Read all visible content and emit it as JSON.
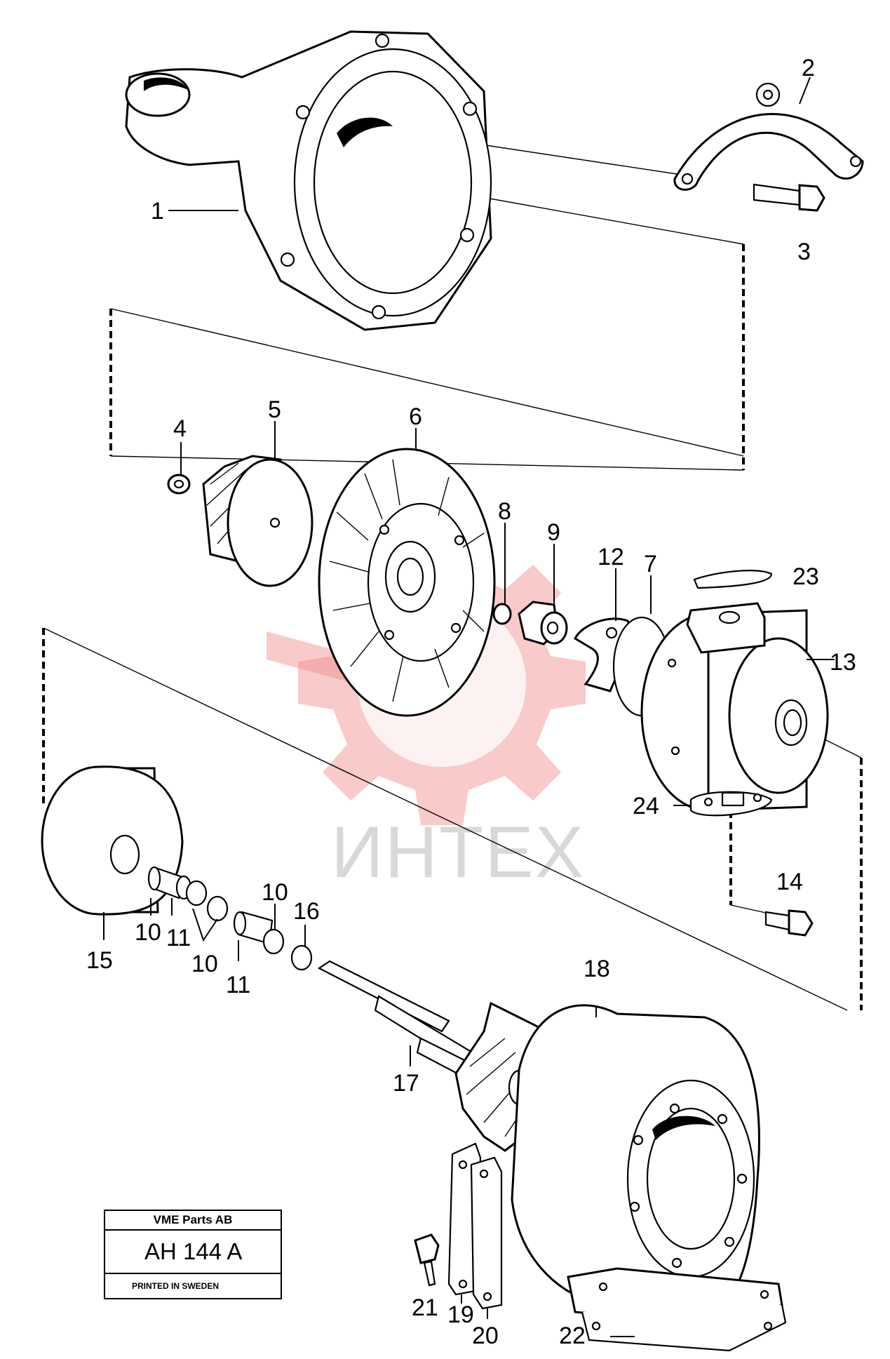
{
  "watermark": {
    "text": "ИНТЕХ",
    "color": "#f08a8a"
  },
  "callouts": [
    {
      "id": "1",
      "label": "1"
    },
    {
      "id": "2",
      "label": "2"
    },
    {
      "id": "3",
      "label": "3"
    },
    {
      "id": "4",
      "label": "4"
    },
    {
      "id": "5",
      "label": "5"
    },
    {
      "id": "6",
      "label": "6"
    },
    {
      "id": "7",
      "label": "7"
    },
    {
      "id": "8",
      "label": "8"
    },
    {
      "id": "9",
      "label": "9"
    },
    {
      "id": "10a",
      "label": "10"
    },
    {
      "id": "10b",
      "label": "10"
    },
    {
      "id": "10c",
      "label": "10"
    },
    {
      "id": "11a",
      "label": "11"
    },
    {
      "id": "11b",
      "label": "11"
    },
    {
      "id": "12",
      "label": "12"
    },
    {
      "id": "13",
      "label": "13"
    },
    {
      "id": "14",
      "label": "14"
    },
    {
      "id": "15",
      "label": "15"
    },
    {
      "id": "16",
      "label": "16"
    },
    {
      "id": "17",
      "label": "17"
    },
    {
      "id": "18",
      "label": "18"
    },
    {
      "id": "19",
      "label": "19"
    },
    {
      "id": "20",
      "label": "20"
    },
    {
      "id": "21",
      "label": "21"
    },
    {
      "id": "22",
      "label": "22"
    },
    {
      "id": "23",
      "label": "23"
    },
    {
      "id": "24",
      "label": "24"
    }
  ],
  "title_block": {
    "company": "VME Parts AB",
    "drawing_number": "AH 144 A",
    "printed": "PRINTED IN SWEDEN"
  }
}
